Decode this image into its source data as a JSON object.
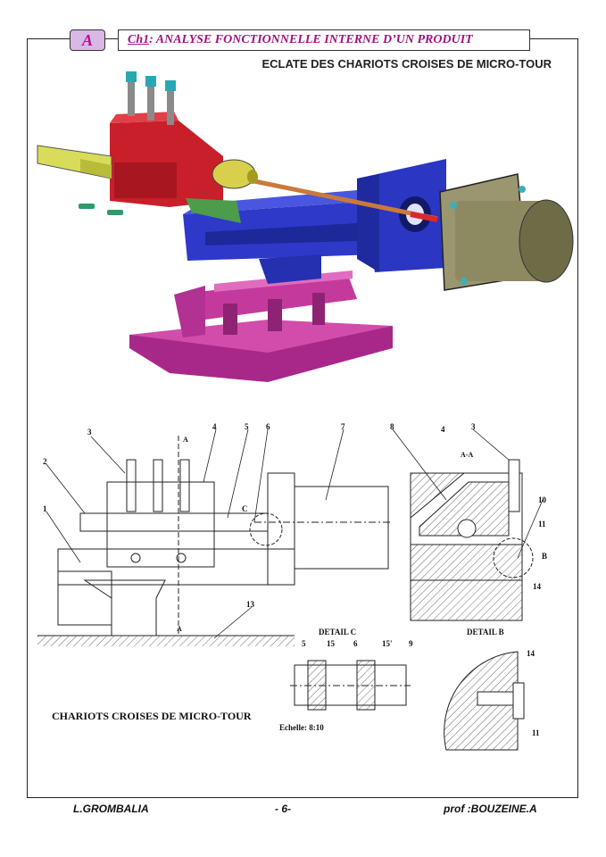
{
  "header": {
    "badge": "A",
    "chapter_code": "Ch1",
    "chapter_title": " : ANALYSE FONCTIONNELLE INTERNE D’UN PRODUIT",
    "subtitle": "ECLATE DES CHARIOTS CROISES DE MICRO-TOUR"
  },
  "drawing": {
    "caption": "CHARIOTS  CROISES DE MICRO-TOUR",
    "scale_label": "Echelle: 8:10",
    "detail_c_label": "DETAIL C",
    "detail_b_label": "DETAIL B",
    "section_label": "A-A",
    "section_mark": "A",
    "detail_mark_c": "C",
    "detail_mark_b": "B",
    "callouts_main": [
      "1",
      "2",
      "3",
      "4",
      "5",
      "6",
      "7",
      "8",
      "4",
      "3",
      "10",
      "11",
      "14",
      "13"
    ],
    "callouts_detail_c": [
      "5",
      "15",
      "6",
      "15'",
      "9"
    ],
    "callouts_detail_b": [
      "14",
      "11"
    ]
  },
  "colors": {
    "accent": "#a0127f",
    "badge_bg": "#d9b8e6",
    "red_part": "#c81f2a",
    "blue_part": "#2e39c9",
    "magenta_part": "#c43a9c",
    "yellow_part": "#d9dc5a",
    "motor": "#8d8a62"
  },
  "footer": {
    "left": "L.GROMBALIA",
    "center": "- 6-",
    "right": "prof :BOUZEINE.A"
  }
}
